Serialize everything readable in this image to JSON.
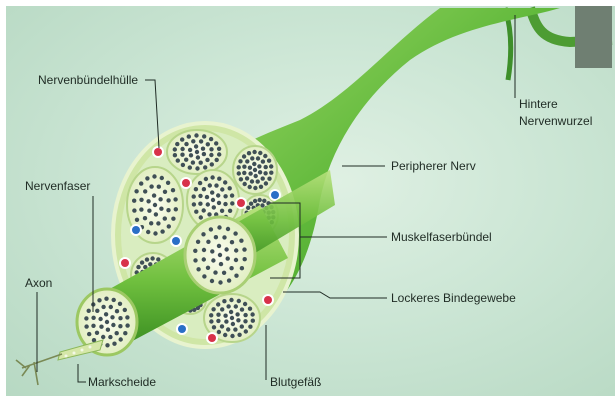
{
  "diagram": {
    "labels": {
      "nervenbuendelhuelle": "Nervenbündelhülle",
      "hintere_line1": "Hintere",
      "hintere_line2": "Nervenwurzel",
      "peripherer_nerv": "Peripherer Nerv",
      "nervenfaser": "Nervenfaser",
      "muskelfaserbuendel": "Muskelfaserbündel",
      "axon": "Axon",
      "lockeres_bindegewebe": "Lockeres Bindegewebe",
      "markscheide": "Markscheide",
      "blutgefaess": "Blutgefäß"
    },
    "colors": {
      "background": "#cfe8d8",
      "nerve_dark": "#2f8a1e",
      "nerve_mid": "#5fb83a",
      "nerve_light": "#a8dd6e",
      "epineurium": "#d9edb6",
      "bundle_fill": "#f2f8de",
      "fiber_dot": "#3f4f56",
      "vessel_red": "#d8324a",
      "vessel_blue": "#2a6fc7",
      "leader_line": "#1f2b24"
    }
  }
}
